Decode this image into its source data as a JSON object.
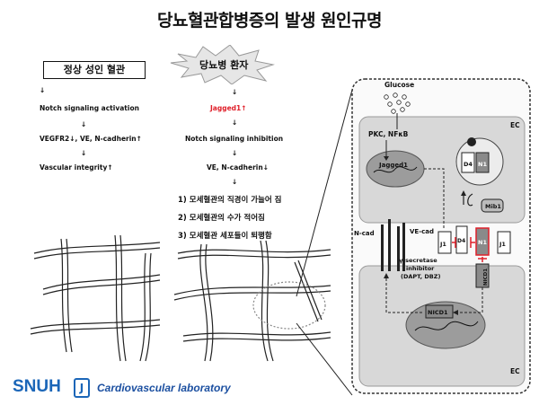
{
  "title": "당뇨혈관합병증의 발생 원인규명",
  "left_panel": {
    "header": "정상 성인 혈관",
    "steps": [
      "Notch signaling activation",
      "VEGFR2↓, VE, N-cadherin↑",
      "Vascular integrity↑"
    ]
  },
  "middle_panel": {
    "header": "당뇨병 환자",
    "steps": [
      "Jagged1↑",
      "Notch signaling inhibition",
      "VE, N-cadherin↓"
    ],
    "consequences": [
      "1) 모세혈관의 직경이 가늘어 짐",
      "2) 모세혈관의 수가 적어짐",
      "3) 모세혈관 세포들이 퇴행함"
    ]
  },
  "cell_diagram": {
    "glucose": "Glucose",
    "ec_top": "EC",
    "ec_bottom": "EC",
    "pkc": "PKC, NFκB",
    "jagged": "Jagged1",
    "d4": "D4",
    "n1": "N1",
    "mib1": "Mib1",
    "j1": "J1",
    "ncad": "N-cad",
    "vecad": "VE-cad",
    "inhibitor": [
      "γ-secretase",
      "inhibitor",
      "(DAPT, DBZ)"
    ],
    "nicd1": "NICD1"
  },
  "footer": {
    "logo": "SNUH",
    "lab": "Cardiovascular laboratory"
  },
  "colors": {
    "red": "#e0202a",
    "brand_blue": "#1b66b8",
    "cell_gray": "#d8d8d8"
  }
}
